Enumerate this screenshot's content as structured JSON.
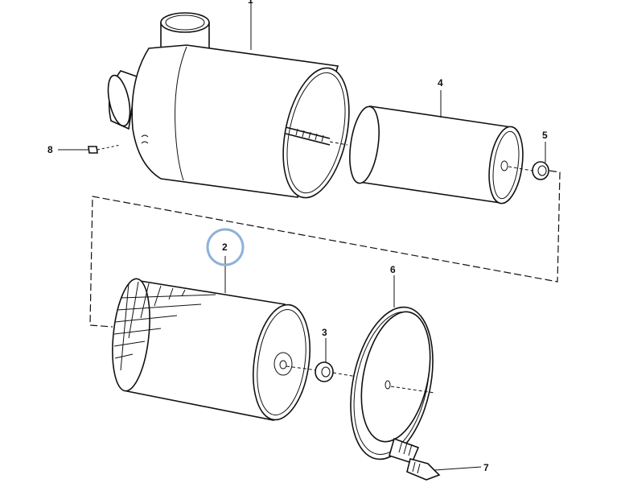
{
  "parts": [
    {
      "id": "1",
      "label": "1"
    },
    {
      "id": "2",
      "label": "2"
    },
    {
      "id": "3",
      "label": "3"
    },
    {
      "id": "4",
      "label": "4"
    },
    {
      "id": "5",
      "label": "5"
    },
    {
      "id": "6",
      "label": "6"
    },
    {
      "id": "7",
      "label": "7"
    },
    {
      "id": "8",
      "label": "8"
    }
  ],
  "highlighted_part": "2",
  "highlight_color": "#8fb1d9"
}
